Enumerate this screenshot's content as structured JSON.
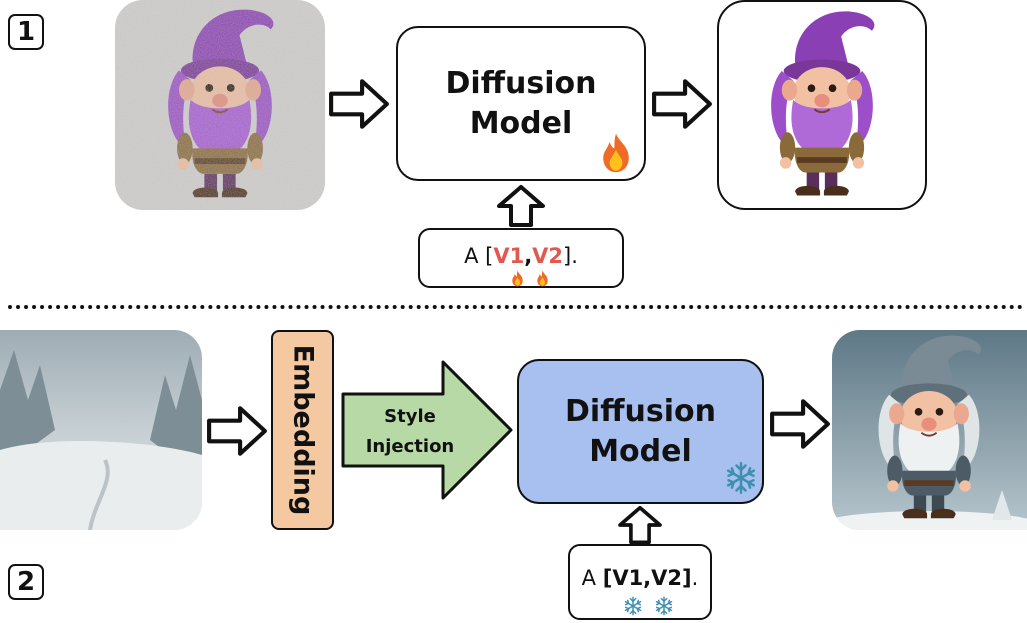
{
  "step1": {
    "number": "1"
  },
  "step2": {
    "number": "2"
  },
  "model1": {
    "line1": "Diffusion",
    "line2": "Model",
    "state_icon": "fire-icon"
  },
  "prompt1": {
    "prefix": "A [",
    "v1": "V1",
    "comma": ",",
    "v2": "V2",
    "suffix": "].",
    "token_icon": "fire-icon"
  },
  "embedding": {
    "label": "Embedding"
  },
  "style_injection": {
    "line1": "Style",
    "line2": "Injection"
  },
  "model2": {
    "line1": "Diffusion",
    "line2": "Model",
    "state_icon": "snowflake-icon"
  },
  "prompt2": {
    "prefix": "A ",
    "tokens": "[V1,V2]",
    "suffix": ".",
    "token_icon": "snowflake-icon"
  },
  "images": {
    "noisy_input": "noisy-purple-gnome",
    "output1": "purple-gnome",
    "style_reference": "snowy-forest",
    "output2": "snowy-gnome"
  },
  "colors": {
    "model1_fill": "#e09a98",
    "model2_fill": "#a7c0f0",
    "embedding_fill": "#f4c8a0",
    "style_arrow_fill": "#b7d9a6",
    "token_red": "#e0584f"
  }
}
